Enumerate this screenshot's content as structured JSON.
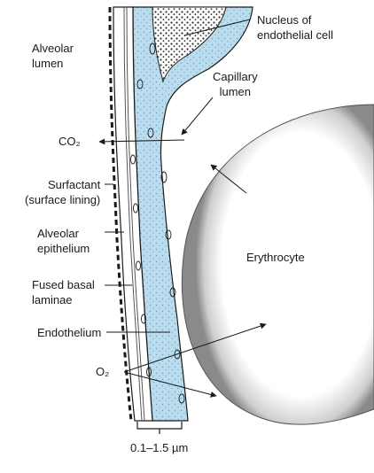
{
  "labels": {
    "alveolar_lumen": [
      "Alveolar",
      "lumen"
    ],
    "nucleus": [
      "Nucleus of",
      "endothelial cell"
    ],
    "capillary_lumen": [
      "Capillary",
      "lumen"
    ],
    "co2": "CO₂",
    "surfactant": [
      "Surfactant",
      "(surface lining)"
    ],
    "alveolar_epithelium": [
      "Alveolar",
      "epithelium"
    ],
    "erythrocyte": "Erythrocyte",
    "fused_basal_laminae": [
      "Fused basal",
      "laminae"
    ],
    "endothelium": "Endothelium",
    "o2": "O₂",
    "scale": "0.1–1.5 µm"
  },
  "colors": {
    "capillary_blue": "#b9dcef",
    "stipple": "#333333",
    "outline": "#1a1a1a"
  }
}
